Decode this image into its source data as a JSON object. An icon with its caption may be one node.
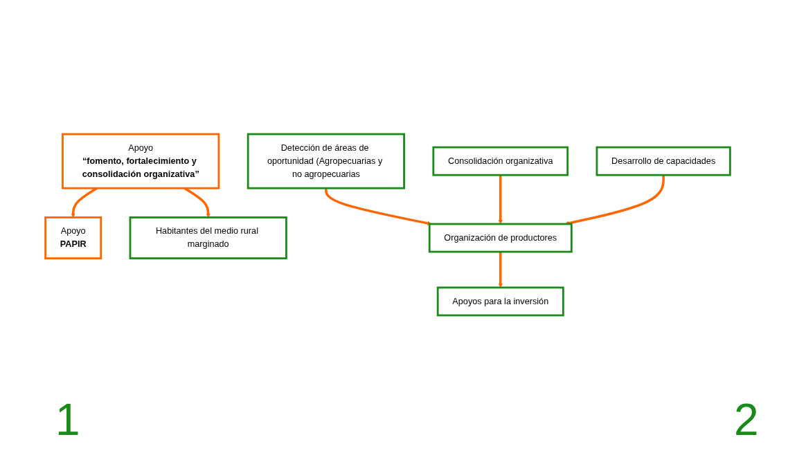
{
  "diagram": {
    "nodes": [
      {
        "text": [
          "Apoyo",
          "“fomento, fortalecimiento y consolidación organizativa”"
        ]
      },
      {
        "text": [
          "Apoyo",
          "PAPIR"
        ]
      },
      {
        "text": [
          "Habitantes del medio rural marginado"
        ]
      },
      {
        "text": [
          "Detección de áreas de oportunidad (Agropecuarias y no agropecuarias"
        ]
      },
      {
        "text": [
          "Consolidación organizativa"
        ]
      },
      {
        "text": [
          "Organización de productores"
        ]
      },
      {
        "text": [
          "Apoyos para la inversión"
        ]
      },
      {
        "text": [
          "Desarrollo de capacidades"
        ]
      }
    ],
    "edges": [
      {
        "from": 0,
        "to": 1,
        "arrow": "to"
      },
      {
        "from": 0,
        "to": 2,
        "arrow": "to"
      },
      {
        "from": 3,
        "to": 5,
        "arrow": "to"
      },
      {
        "from": 4,
        "to": 5,
        "arrow": "to"
      },
      {
        "from": 7,
        "to": 5,
        "arrow": "to"
      },
      {
        "from": 5,
        "to": 6,
        "arrow": "to"
      }
    ],
    "labels": [
      "1",
      "2"
    ]
  }
}
